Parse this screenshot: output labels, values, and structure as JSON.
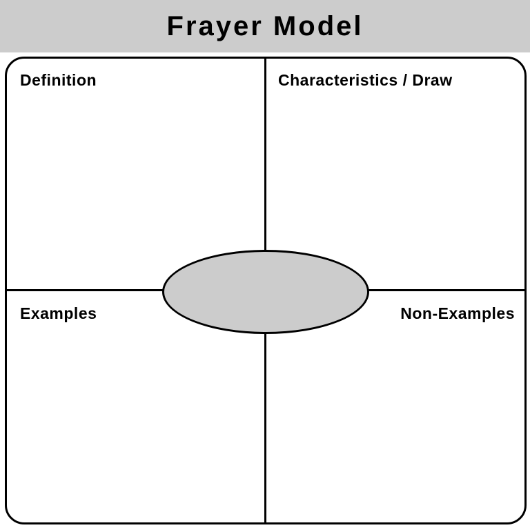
{
  "header": {
    "title": "Frayer Model",
    "background": "#cccccc"
  },
  "quadrants": {
    "top_left": "Definition",
    "top_right": "Characteristics / Draw",
    "bottom_left": "Examples",
    "bottom_right": "Non-Examples"
  },
  "center": {
    "shape": "ellipse",
    "fill": "#cccccc",
    "text": ""
  }
}
